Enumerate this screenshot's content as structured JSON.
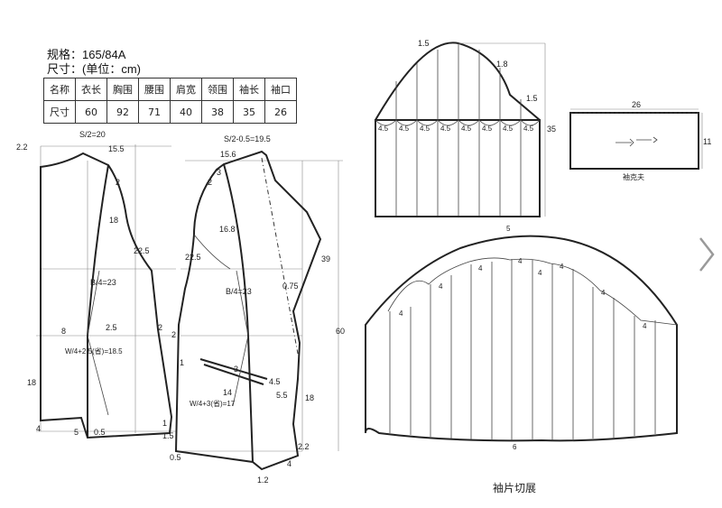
{
  "spec": {
    "size_label": "规格：165/84A",
    "unit_label": "尺寸：(单位：cm)"
  },
  "size_table": {
    "header": [
      "名称",
      "衣长",
      "胸围",
      "腰围",
      "肩宽",
      "领围",
      "袖长",
      "袖口"
    ],
    "values": [
      "尺寸",
      "60",
      "92",
      "71",
      "40",
      "38",
      "35",
      "26"
    ]
  },
  "back_pattern": {
    "labels": [
      "2.2",
      "S/2=20",
      "15.5",
      "2",
      "18",
      "22.5",
      "B/4=23",
      "8",
      "2.5",
      "2",
      "W/4+2.5(省)=18.5",
      "18",
      "4",
      "5",
      "0.5",
      "1",
      "1.5"
    ]
  },
  "front_pattern": {
    "labels": [
      "S/2-0.5=19.5",
      "15.6",
      "3",
      "2",
      "16.8",
      "22.5",
      "B/4=23",
      "0.75",
      "39",
      "60",
      "3",
      "14",
      "4.5",
      "5.5",
      "W/4+3(省)=17",
      "18",
      "2",
      "1",
      "0.5",
      "2.2",
      "4",
      "1.2"
    ]
  },
  "sleeve_draft": {
    "top_labels": [
      "1.5",
      "1.8",
      "1.5",
      "35"
    ],
    "segment_labels": [
      "4.5",
      "4.5",
      "4.5",
      "4.5",
      "4.5",
      "4.5",
      "4.5",
      "4.5"
    ]
  },
  "cuff": {
    "length": "26",
    "height": "11",
    "caption": "袖克夫"
  },
  "sleeve_spread": {
    "top_label": "5",
    "spread_labels": [
      "4",
      "4",
      "4",
      "4",
      "4",
      "4",
      "4",
      "4"
    ],
    "bottom_label": "6",
    "caption": "袖片切展"
  },
  "nav": {
    "next_icon": "chevron-right-icon"
  }
}
